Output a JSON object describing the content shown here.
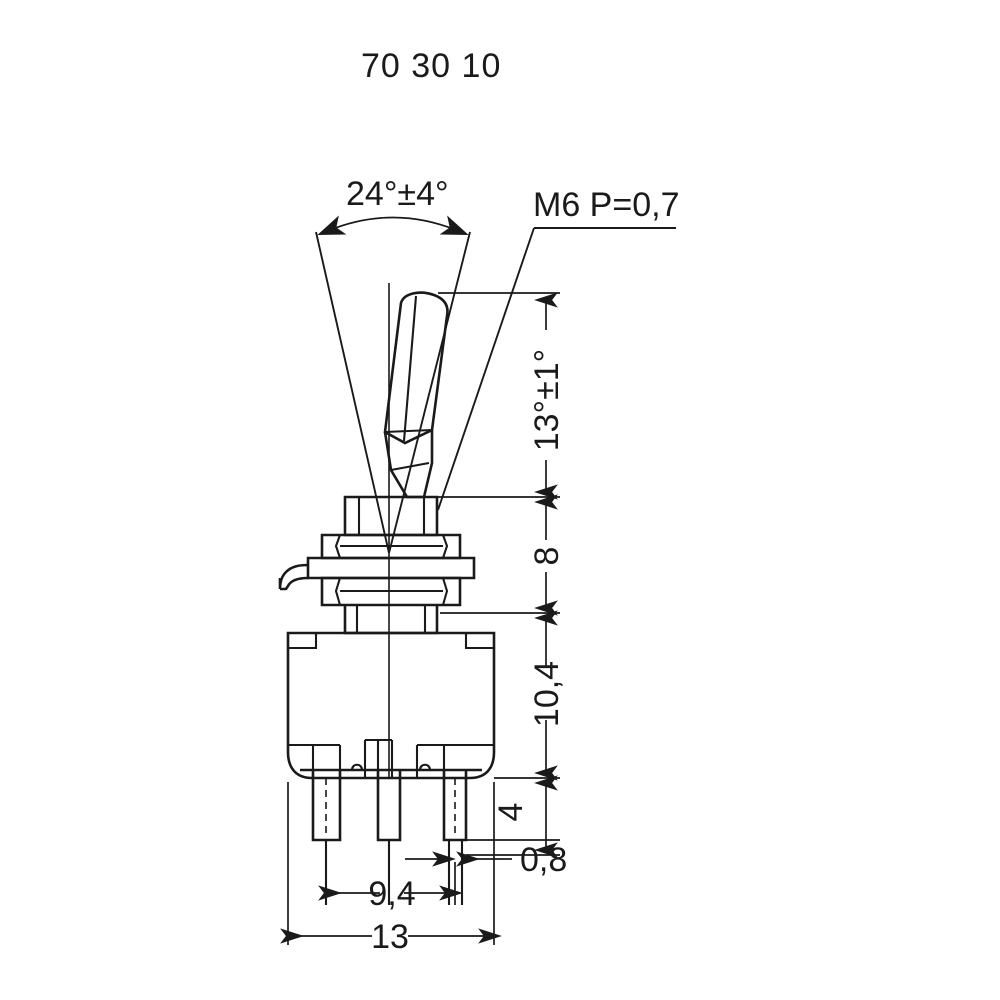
{
  "drawing": {
    "title": "70 30 10",
    "subject": "toggle-switch-technical-drawing",
    "units_note": "",
    "line_color": "#1a1a1a",
    "background_color": "#ffffff"
  },
  "annotations": {
    "toggle_angle": "24°±4°",
    "thread_spec": "M6 P=0,7",
    "lever_height": "13°±1°",
    "bushing_length": "8",
    "body_height": "10,4",
    "pin_length": "4",
    "pin_thickness": "0,8",
    "pin_pitch_total": "9,4",
    "body_width": "13"
  },
  "parts": [
    {
      "name": "toggle-lever",
      "label": "toggle lever"
    },
    {
      "name": "bushing",
      "label": "threaded bushing M6"
    },
    {
      "name": "hex-nut-upper",
      "label": "upper hex nut"
    },
    {
      "name": "lock-washer",
      "label": "lock washer with tab"
    },
    {
      "name": "hex-nut-lower",
      "label": "lower hex nut"
    },
    {
      "name": "switch-body",
      "label": "switch body"
    },
    {
      "name": "terminal-pin-left",
      "label": "terminal pin left"
    },
    {
      "name": "terminal-pin-center",
      "label": "terminal pin center"
    },
    {
      "name": "terminal-pin-right",
      "label": "terminal pin right"
    }
  ]
}
